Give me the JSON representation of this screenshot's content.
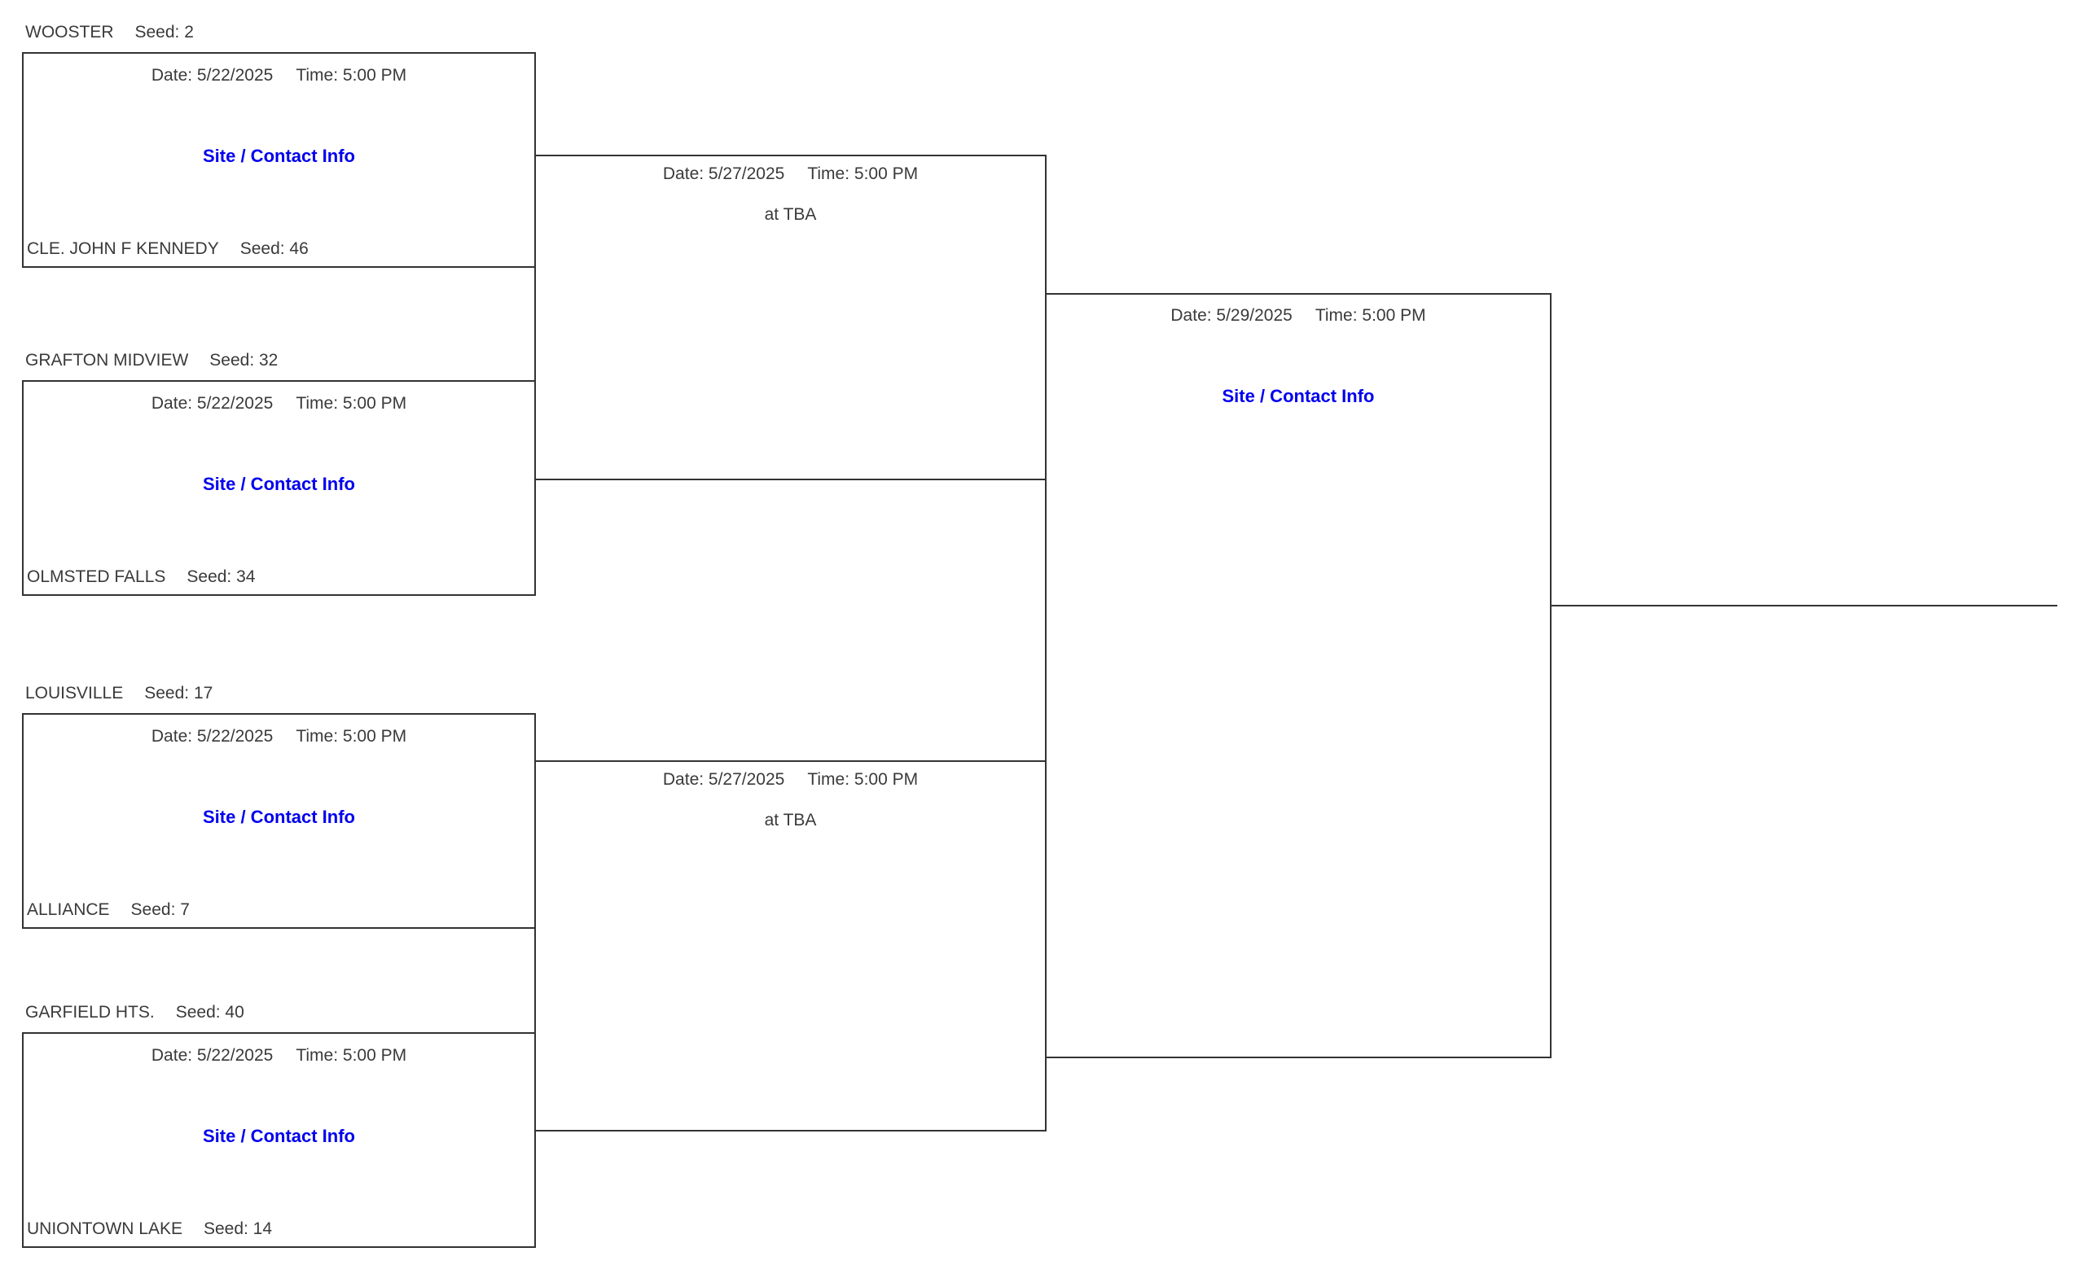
{
  "styles": {
    "background": "#ffffff",
    "line_color": "#333333",
    "text_color": "#3a3a3a",
    "link_color": "#0000ee"
  },
  "rounds": {
    "round1": {
      "matches": [
        {
          "top_name": "WOOSTER",
          "top_seed": "Seed: 2",
          "bottom_name": "CLE. JOHN F KENNEDY",
          "bottom_seed": "Seed: 46",
          "date": "Date: 5/22/2025",
          "time": "Time: 5:00 PM",
          "site_link": "Site / Contact Info"
        },
        {
          "top_name": "GRAFTON MIDVIEW",
          "top_seed": "Seed: 32",
          "bottom_name": "OLMSTED FALLS",
          "bottom_seed": "Seed: 34",
          "date": "Date: 5/22/2025",
          "time": "Time: 5:00 PM",
          "site_link": "Site / Contact Info"
        },
        {
          "top_name": "LOUISVILLE",
          "top_seed": "Seed: 17",
          "bottom_name": "ALLIANCE",
          "bottom_seed": "Seed: 7",
          "date": "Date: 5/22/2025",
          "time": "Time: 5:00 PM",
          "site_link": "Site / Contact Info"
        },
        {
          "top_name": "GARFIELD HTS.",
          "top_seed": "Seed: 40",
          "bottom_name": "UNIONTOWN LAKE",
          "bottom_seed": "Seed: 14",
          "date": "Date: 5/22/2025",
          "time": "Time: 5:00 PM",
          "site_link": "Site / Contact Info"
        }
      ]
    },
    "round2": {
      "matches": [
        {
          "date": "Date: 5/27/2025",
          "time": "Time: 5:00 PM",
          "location": "at TBA"
        },
        {
          "date": "Date: 5/27/2025",
          "time": "Time: 5:00 PM",
          "location": "at TBA"
        }
      ]
    },
    "round3": {
      "date": "Date: 5/29/2025",
      "time": "Time: 5:00 PM",
      "site_link": "Site / Contact Info"
    }
  }
}
